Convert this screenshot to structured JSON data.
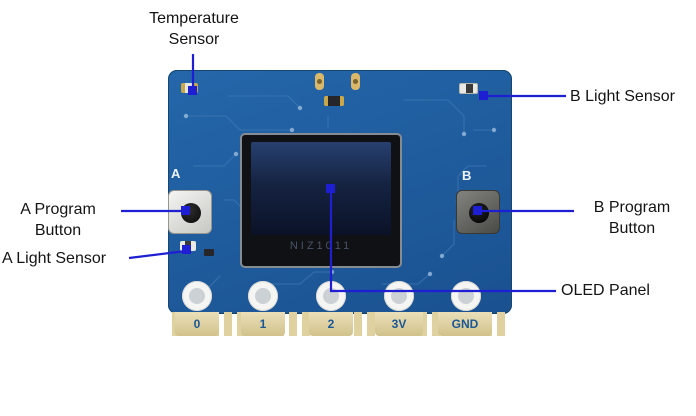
{
  "colors": {
    "callout_blue": "#1e1ed2",
    "board_blue": "#1e5c9c",
    "pad_gold": "#dfd1a0"
  },
  "labels": {
    "temperature_sensor": {
      "line1": "Temperature",
      "line2": "Sensor"
    },
    "b_light_sensor": "B Light Sensor",
    "a_program_button": {
      "line1": "A Program",
      "line2": "Button"
    },
    "a_light_sensor": "A Light Sensor",
    "b_program_button": {
      "line1": "B Program",
      "line2": "Button"
    },
    "oled_panel": "OLED Panel"
  },
  "board": {
    "button_a_silk": "A",
    "button_b_silk": "B",
    "oled_text": "NIZ1011",
    "pin_labels": [
      "0",
      "1",
      "2",
      "3V",
      "GND"
    ]
  }
}
